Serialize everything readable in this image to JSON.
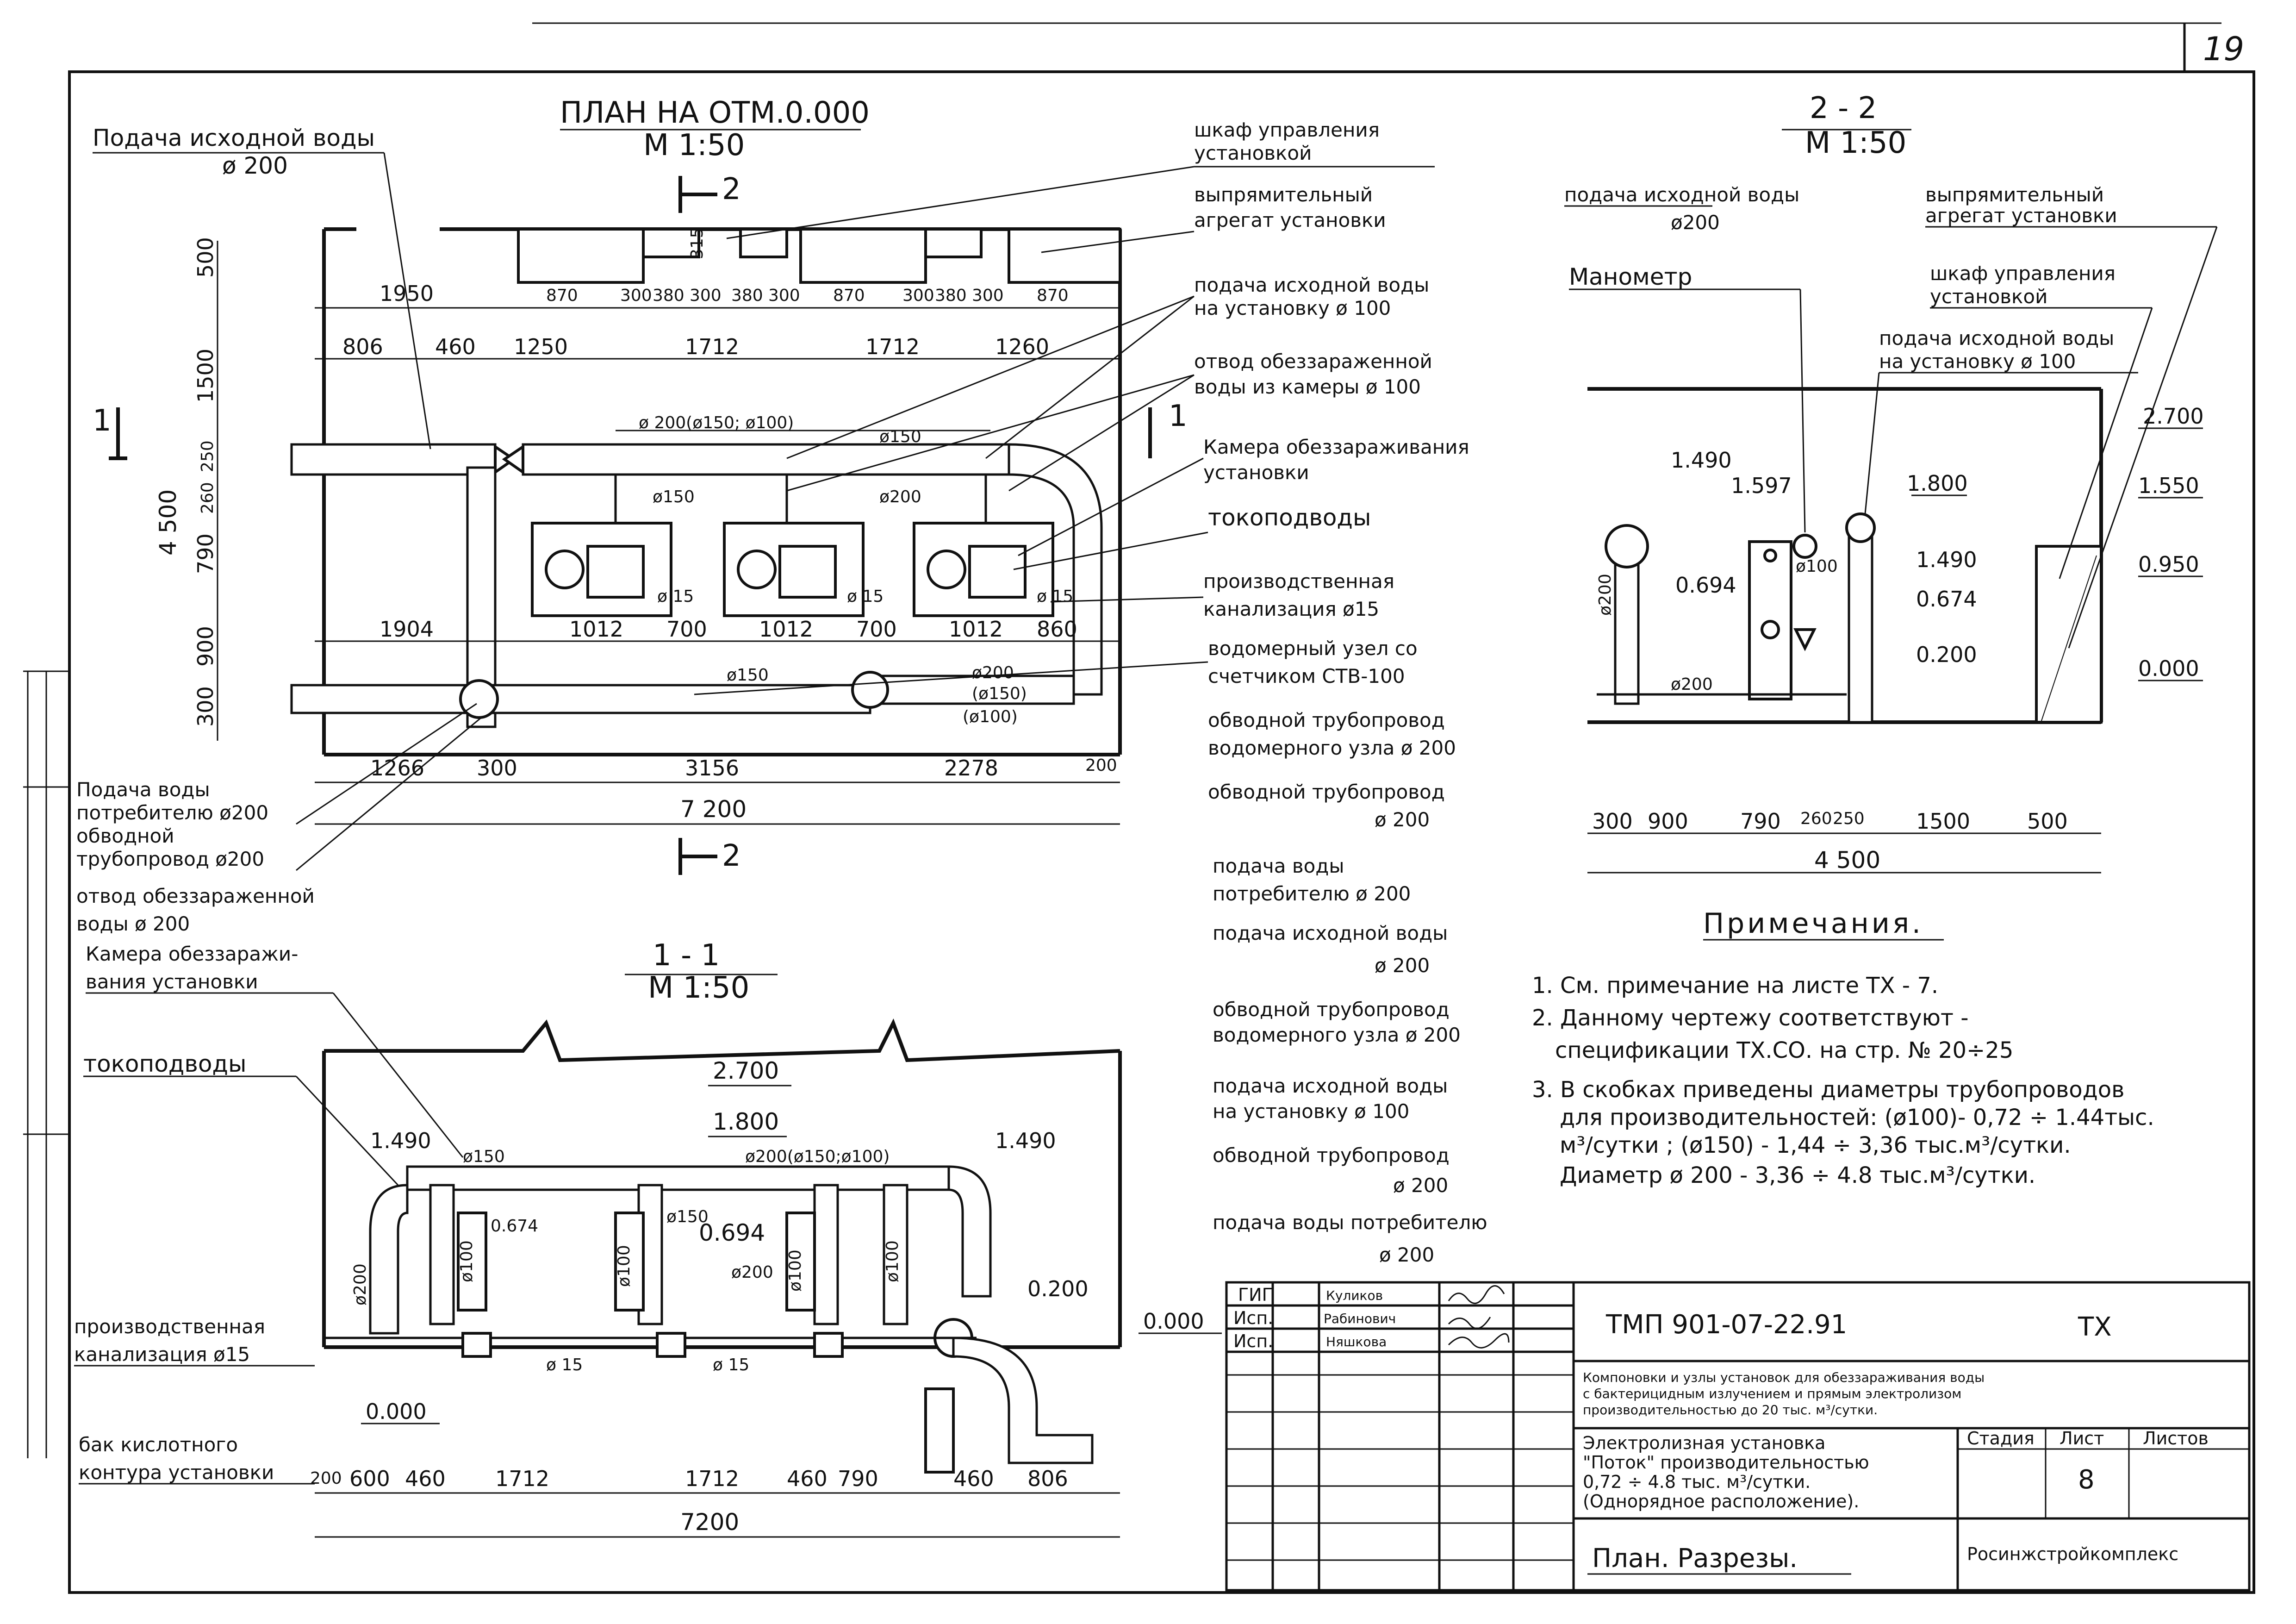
{
  "sheet": {
    "sheet_number_corner": "19",
    "frame_color": "#111111"
  },
  "plan": {
    "title": "ПЛАН НА ОТМ.0.000",
    "scale": "М 1:50",
    "section_mark_2": "2",
    "section_mark_1": "1",
    "dims_top1": [
      "1950",
      "870",
      "300",
      "380",
      "300",
      "380",
      "300",
      "870",
      "300",
      "380",
      "300",
      "870"
    ],
    "dims_top2": [
      "806",
      "460",
      "1250",
      "1712",
      "1712",
      "1260"
    ],
    "dims_mid": [
      "1904",
      "1012",
      "700",
      "1012",
      "700",
      "1012",
      "860"
    ],
    "dims_bottom": [
      "1266",
      "300",
      "3156",
      "2278",
      "200"
    ],
    "dim_total": "7 200",
    "dims_left": [
      "500",
      "1500",
      "250",
      "260",
      "790",
      "900",
      "300"
    ],
    "dim_left_total": "4 500",
    "dim_small_315": "315",
    "pipe_labels": [
      "ø 200(ø150; ø100)",
      "ø150",
      "ø150",
      "ø200",
      "ø 15",
      "ø 15",
      "ø 15",
      "ø150",
      "ø200",
      "(ø150)",
      "(ø100)"
    ],
    "callouts_left": [
      "Подача исходной воды",
      "ø 200",
      "Подача воды",
      "потребителю ø200",
      "обводной",
      "трубопровод ø200",
      "отвод обеззараженной",
      "воды   ø 200"
    ],
    "callouts_right": [
      "шкаф управления",
      "установкой",
      "выпрямительный",
      "агрегат установки",
      "подача исходной воды",
      "на установку ø 100",
      "отвод обеззараженной",
      "воды из камеры ø 100",
      "Камера обеззараживания",
      "установки",
      "токоподводы",
      "производственная",
      "канализация ø15",
      "водомерный узел со",
      "счетчиком СТВ-100",
      "обводной трубопровод",
      "водомерного узла ø 200",
      "обводной трубопровод",
      "ø 200",
      "подача воды",
      "потребителю ø 200",
      "подача исходной воды",
      "ø 200",
      "обводной трубопровод",
      "водомерного узла ø 200",
      "подача исходной воды",
      "на установку ø 100",
      "обводной трубопровод",
      "ø 200",
      "подача воды потребителю",
      "ø 200"
    ]
  },
  "section22": {
    "title": "2 - 2",
    "scale": "М 1:50",
    "callouts": [
      "подача исходной воды",
      "ø200",
      "Манометр",
      "выпрямительный",
      "агрегат установки",
      "шкаф управления",
      "установкой",
      "подача исходной воды",
      "на установку ø 100"
    ],
    "levels": [
      "2.700",
      "1.490",
      "1.597",
      "1.800",
      "1.550",
      "0.950",
      "1.490",
      "0.674",
      "0.694",
      "0.200",
      "0.000"
    ],
    "pipe_labels": [
      "ø200",
      "ø200",
      "ø100"
    ],
    "dims": [
      "300",
      "900",
      "790",
      "260",
      "250",
      "1500",
      "500"
    ],
    "dim_total": "4 500"
  },
  "section11": {
    "title": "1 - 1",
    "scale": "М 1:50",
    "callouts": [
      "Камера обеззаражи-",
      "вания установки",
      "токоподводы",
      "производственная",
      "канализация ø15",
      "бак кислотного",
      "контура установки"
    ],
    "levels": [
      "2.700",
      "1.800",
      "1.490",
      "1.490",
      "0.200",
      "0.000",
      "0.000"
    ],
    "pipe_labels": [
      "ø150",
      "ø200(ø150;ø100)",
      "ø150",
      "0.674",
      "0.694",
      "ø200",
      "ø 15",
      "ø 15",
      "ø200",
      "ø100",
      "ø100",
      "ø100",
      "ø100"
    ],
    "dims": [
      "200",
      "600",
      "460",
      "1712",
      "1712",
      "460",
      "790",
      "460",
      "806"
    ],
    "dim_total": "7200"
  },
  "notes": {
    "title": "Примечания.",
    "items": [
      "1. См. примечание на листе ТХ - 7.",
      "2. Данному чертежу соответствуют -",
      "спецификации ТХ.СО. на стр. № 20÷25",
      "3. В скобках приведены диаметры трубопроводов",
      "для производительностей: (ø100)- 0,72 ÷ 1.44тыс.",
      "м³/сутки ; (ø150) - 1,44 ÷ 3,36 тыс.м³/сутки.",
      "Диаметр  ø 200 - 3,36 ÷ 4.8 тыс.м³/сутки."
    ]
  },
  "title_block": {
    "roles": [
      "ГИП",
      "Исп.",
      "Исп."
    ],
    "names": [
      "Куликов",
      "Рабинович",
      "Няшкова"
    ],
    "code": "ТМП  901-07-22.91",
    "mark": "ТХ",
    "project_desc": [
      "Компоновки и узлы установок для обеззараживания воды",
      "с бактерицидным излучением и прямым электролизом",
      "производительностью до 20 тыс. м³/сутки."
    ],
    "object_desc": [
      "Электролизная установка",
      "\"Поток\" производительностью",
      "0,72 ÷ 4.8 тыс. м³/сутки.",
      "(Однорядное расположение)."
    ],
    "header_stage": "Стадия",
    "header_sheet": "Лист",
    "header_sheets": "Листов",
    "sheet_value": "8",
    "drawing_name": "План. Разрезы.",
    "organization": "Росинжстройкомплекс"
  }
}
